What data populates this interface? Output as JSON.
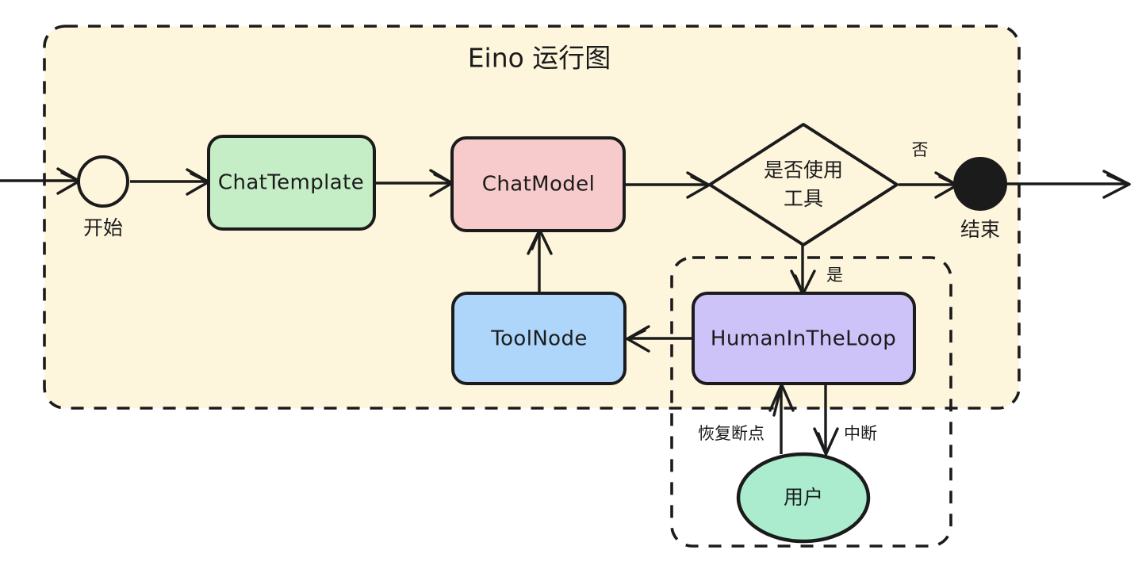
{
  "diagram": {
    "title": "Eino 运行图",
    "type": "flowchart",
    "background": "#ffffff",
    "container_fill": "#fdf6dd",
    "stroke_color": "#1b1b1b"
  },
  "containers": [
    {
      "id": "eino-graph",
      "label": "Eino 运行图",
      "style": "dashed-rounded",
      "fill": "#fdf6dd"
    },
    {
      "id": "human-loop-group",
      "label": "",
      "style": "dashed-rounded",
      "fill": "none"
    }
  ],
  "nodes": [
    {
      "id": "start",
      "label": "开始",
      "shape": "circle-hollow",
      "fill": "#fdf6dd",
      "label_position": "below"
    },
    {
      "id": "chat-template",
      "label": "ChatTemplate",
      "shape": "rounded-rect",
      "fill": "#c6eec6"
    },
    {
      "id": "chat-model",
      "label": "ChatModel",
      "shape": "rounded-rect",
      "fill": "#f7cbcb"
    },
    {
      "id": "decision",
      "label_line1": "是否使用",
      "label_line2": "工具",
      "shape": "diamond",
      "fill": "#fdf6dd"
    },
    {
      "id": "end",
      "label": "结束",
      "shape": "circle-filled",
      "fill": "#1b1b1b",
      "label_position": "below"
    },
    {
      "id": "tool-node",
      "label": "ToolNode",
      "shape": "rounded-rect",
      "fill": "#aed6fb"
    },
    {
      "id": "human-in-the-loop",
      "label": "HumanInTheLoop",
      "shape": "rounded-rect",
      "fill": "#cdc3f9"
    },
    {
      "id": "user",
      "label": "用户",
      "shape": "ellipse",
      "fill": "#abeccf"
    }
  ],
  "edges": [
    {
      "id": "e-in-start",
      "from": "external",
      "to": "start",
      "label": ""
    },
    {
      "id": "e-start-template",
      "from": "start",
      "to": "chat-template",
      "label": ""
    },
    {
      "id": "e-template-model",
      "from": "chat-template",
      "to": "chat-model",
      "label": ""
    },
    {
      "id": "e-model-decision",
      "from": "chat-model",
      "to": "decision",
      "label": ""
    },
    {
      "id": "e-decision-end",
      "from": "decision",
      "to": "end",
      "label": "否"
    },
    {
      "id": "e-decision-hitl",
      "from": "decision",
      "to": "human-in-the-loop",
      "label": "是"
    },
    {
      "id": "e-hitl-toolnode",
      "from": "human-in-the-loop",
      "to": "tool-node",
      "label": ""
    },
    {
      "id": "e-toolnode-model",
      "from": "tool-node",
      "to": "chat-model",
      "label": ""
    },
    {
      "id": "e-hitl-user",
      "from": "human-in-the-loop",
      "to": "user",
      "label": "中断"
    },
    {
      "id": "e-user-hitl",
      "from": "user",
      "to": "human-in-the-loop",
      "label": "恢复断点"
    },
    {
      "id": "e-end-out",
      "from": "end",
      "to": "external",
      "label": ""
    }
  ],
  "edge_labels": {
    "no": "否",
    "yes": "是",
    "interrupt": "中断",
    "resume": "恢复断点"
  }
}
